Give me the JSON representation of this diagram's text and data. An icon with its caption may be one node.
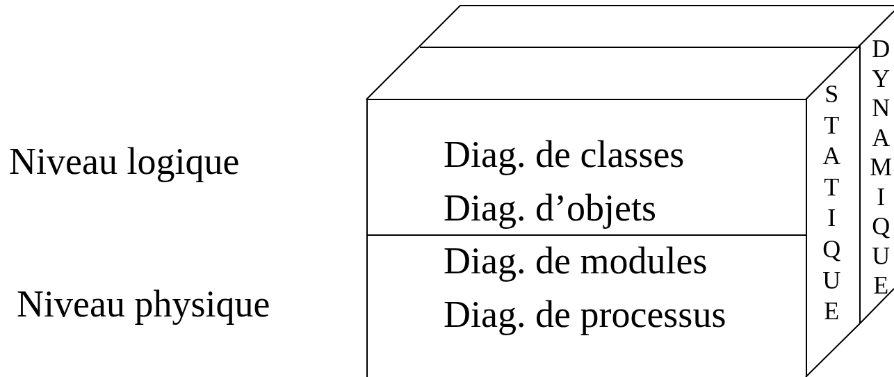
{
  "diagram": {
    "nodes": [
      {
        "text": [
          "Diag. de classes",
          "Diag. d’objets"
        ]
      },
      {
        "text": [
          "Diag. de modules",
          "Diag. de processus"
        ]
      },
      {
        "text": [
          "STATIQUE"
        ]
      },
      {
        "text": [
          "DYNAMIQUE"
        ]
      }
    ],
    "labels": [
      "Niveau logique",
      "Niveau physique"
    ]
  }
}
